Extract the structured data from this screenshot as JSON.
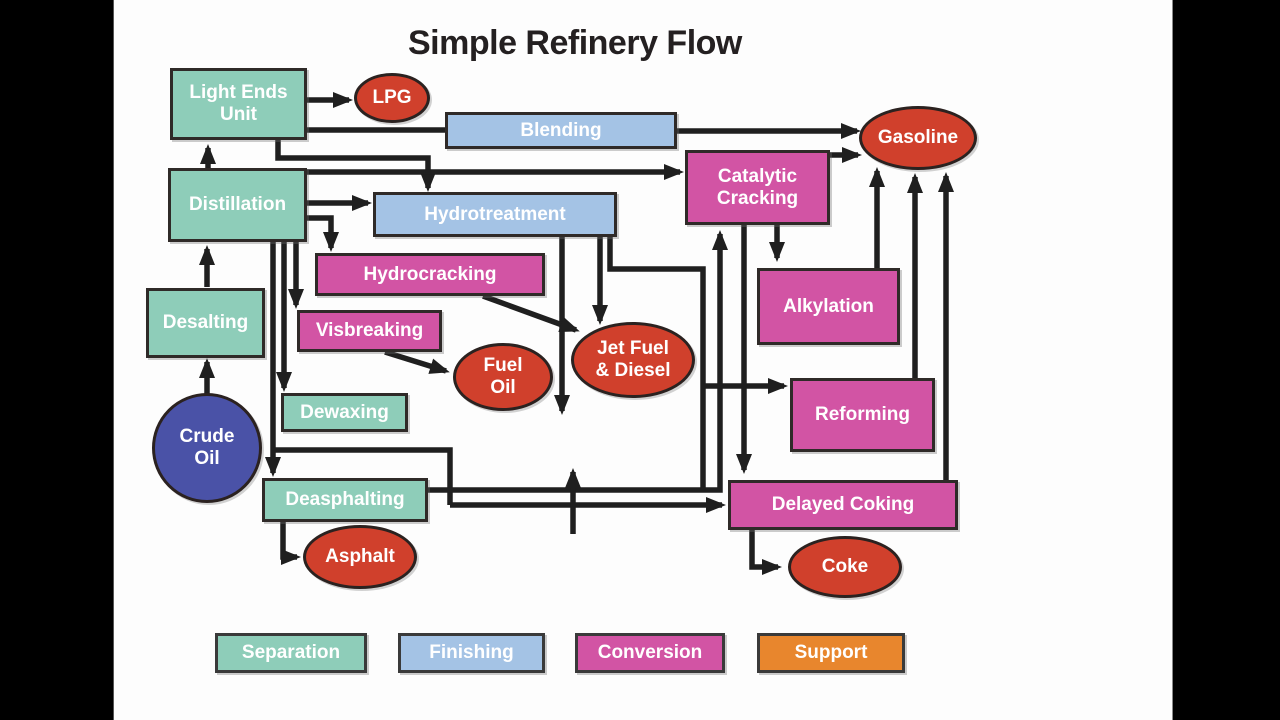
{
  "title": "Simple Refinery Flow",
  "nodes": {
    "light_ends_unit": {
      "label": "Light Ends Unit",
      "category": "separation"
    },
    "distillation": {
      "label": "Distillation",
      "category": "separation"
    },
    "desalting": {
      "label": "Desalting",
      "category": "separation"
    },
    "dewaxing": {
      "label": "Dewaxing",
      "category": "separation"
    },
    "deasphalting": {
      "label": "Deasphalting",
      "category": "separation"
    },
    "blending": {
      "label": "Blending",
      "category": "finishing"
    },
    "hydrotreatment": {
      "label": "Hydrotreatment",
      "category": "finishing"
    },
    "catalytic_cracking": {
      "label": "Catalytic Cracking",
      "category": "conversion"
    },
    "hydrocracking": {
      "label": "Hydrocracking",
      "category": "conversion"
    },
    "visbreaking": {
      "label": "Visbreaking",
      "category": "conversion"
    },
    "alkylation": {
      "label": "Alkylation",
      "category": "conversion"
    },
    "reforming": {
      "label": "Reforming",
      "category": "conversion"
    },
    "delayed_coking": {
      "label": "Delayed Coking",
      "category": "conversion"
    },
    "crude_oil": {
      "label": "Crude Oil",
      "category": "feedstock"
    },
    "lpg": {
      "label": "LPG",
      "category": "product"
    },
    "gasoline": {
      "label": "Gasoline",
      "category": "product"
    },
    "fuel_oil": {
      "label": "Fuel Oil",
      "category": "product"
    },
    "jet_fuel_diesel": {
      "label": "Jet Fuel & Diesel",
      "category": "product"
    },
    "asphalt": {
      "label": "Asphalt",
      "category": "product"
    },
    "coke": {
      "label": "Coke",
      "category": "product"
    }
  },
  "legend": {
    "separation": "Separation",
    "finishing": "Finishing",
    "conversion": "Conversion",
    "support": "Support"
  },
  "colors": {
    "separation": "#8ecdb9",
    "finishing": "#a4c3e5",
    "conversion": "#d254a4",
    "support": "#e8862d",
    "product": "#d0402c",
    "feedstock": "#4a52a7",
    "arrow": "#1f1f1f"
  }
}
